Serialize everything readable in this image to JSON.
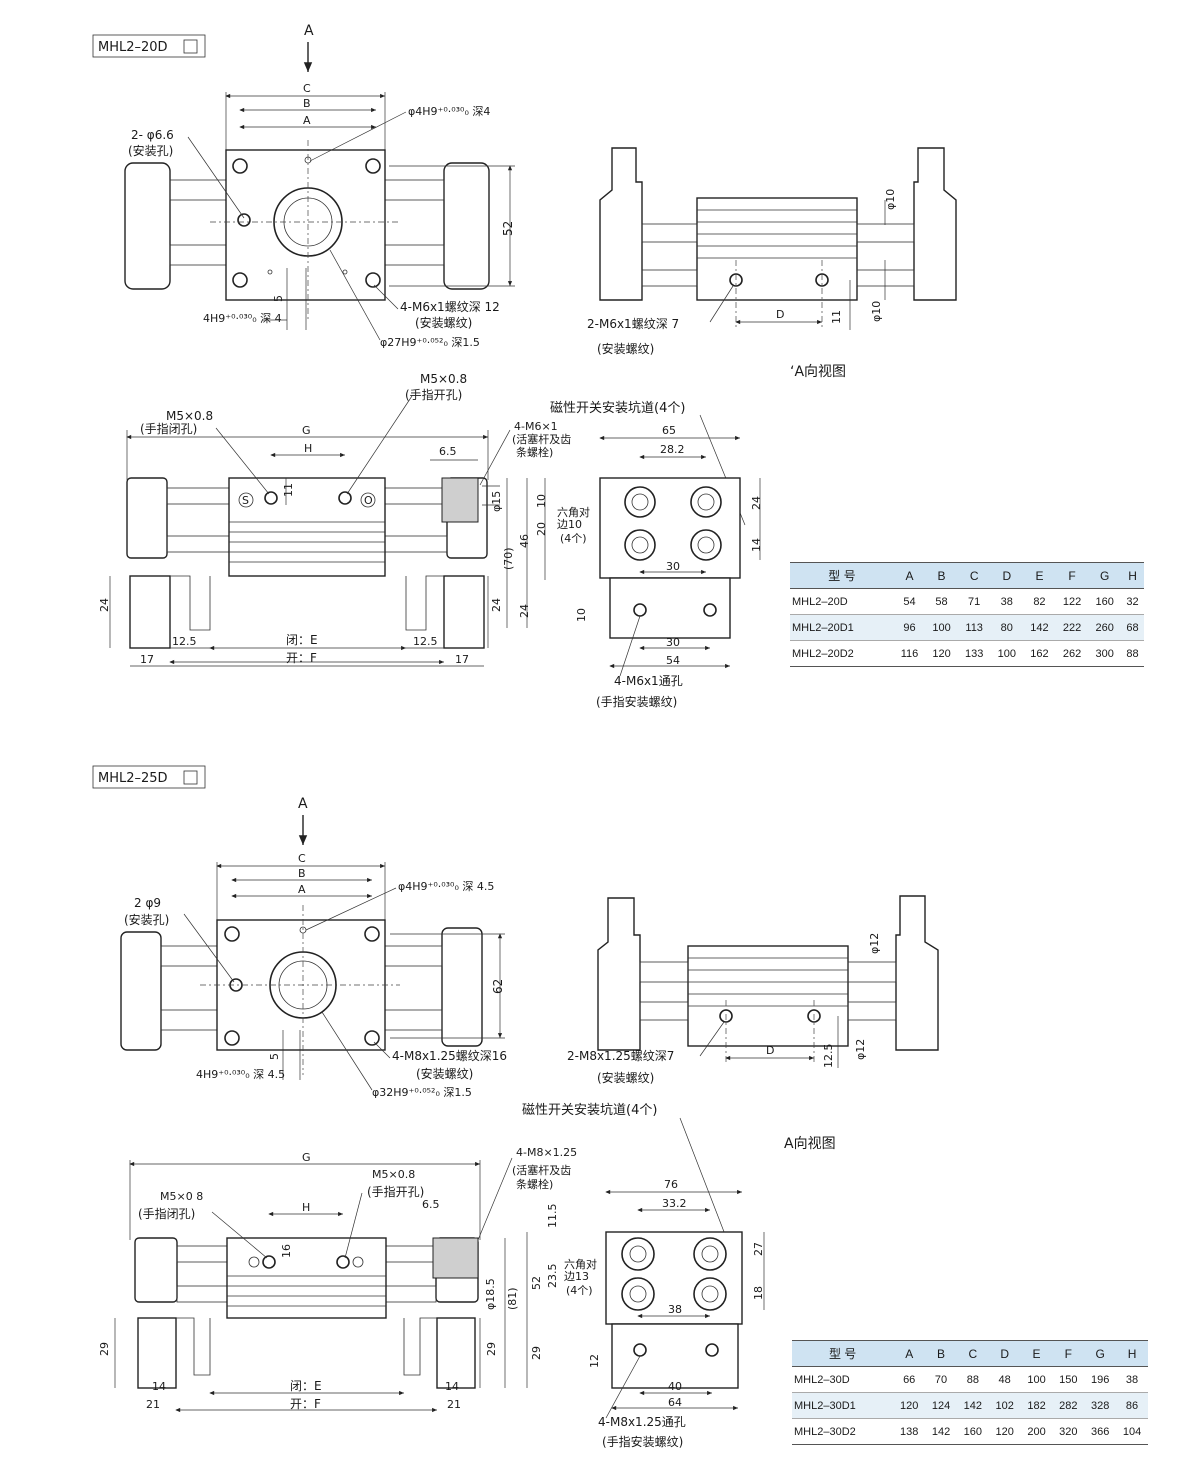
{
  "top": {
    "model_label": "MHL2–20D",
    "arrow_label": "A",
    "dim_C": "C",
    "dim_B": "B",
    "dim_A": "A",
    "note_hole": "2- φ6.6",
    "note_hole_sub": "(安装孔)",
    "note_pin": "φ4H9⁺⁰·⁰³⁰₀ 深4",
    "dim_52": "52",
    "dim_5": "5",
    "note_4h9": "4H9⁺⁰·⁰³⁰₀ 深 4",
    "note_m6": "4-M6x1螺纹深 12",
    "note_m6_sub": "(安装螺纹)",
    "note_27": "φ27H9⁺⁰·⁰⁵²₀ 深1.5",
    "side_phi10a": "φ10",
    "side_phi10b": "φ10",
    "side_note_m6": "2-M6x1螺纹深 7",
    "side_note_m6_sub": "(安装螺纹)",
    "side_D": "D",
    "side_11": "11",
    "view_label": "‘A向视图",
    "front_m5_open": "M5×0.8",
    "front_m5_open_sub": "(手指开孔)",
    "front_m5_close": "M5×0.8",
    "front_m5_close_sub": "(手指闭孔)",
    "front_G": "G",
    "front_H": "H",
    "front_11": "11",
    "front_65": "6.5",
    "front_m6": "4-M6×1",
    "front_m6_sub1": "(活塞杆及齿",
    "front_m6_sub2": "条螺栓)",
    "front_phi15": "φ15",
    "front_S": "S",
    "front_O": "O",
    "front_70": "(70)",
    "front_24a": "24",
    "front_24b": "24",
    "front_125a": "12.5",
    "front_125b": "12.5",
    "front_E": "闭：E",
    "front_F": "开：F",
    "front_17a": "17",
    "front_17b": "17",
    "end_switch": "磁性开关安装坑道(4个)",
    "end_65": "65",
    "end_282": "28.2",
    "end_10a": "10",
    "end_20": "20",
    "end_46": "46",
    "end_24a": "24",
    "end_24b": "24",
    "end_14": "14",
    "end_30a": "30",
    "end_30b": "30",
    "end_54": "54",
    "end_10b": "10",
    "end_hex1": "六角对",
    "end_hex2": "边10",
    "end_hex3": "(4个)",
    "end_m6": "4-M6x1通孔",
    "end_m6_sub": "(手指安装螺纹)",
    "table": {
      "headers": [
        "型  号",
        "A",
        "B",
        "C",
        "D",
        "E",
        "F",
        "G",
        "H"
      ],
      "rows": [
        [
          "MHL2–20D",
          "54",
          "58",
          "71",
          "38",
          "82",
          "122",
          "160",
          "32"
        ],
        [
          "MHL2–20D1",
          "96",
          "100",
          "113",
          "80",
          "142",
          "222",
          "260",
          "68"
        ],
        [
          "MHL2–20D2",
          "116",
          "120",
          "133",
          "100",
          "162",
          "262",
          "300",
          "88"
        ]
      ]
    }
  },
  "bottom": {
    "model_label": "MHL2–25D",
    "arrow_label": "A",
    "dim_C": "C",
    "dim_B": "B",
    "dim_A": "A",
    "note_hole": "2 φ9",
    "note_hole_sub": "(安装孔)",
    "note_pin": "φ4H9⁺⁰·⁰³⁰₀ 深 4.5",
    "dim_62": "62",
    "dim_5": "5",
    "note_4h9": "4H9⁺⁰·⁰³⁰₀ 深 4.5",
    "note_m8": "4-M8x1.25螺纹深16",
    "note_m8_sub": "(安装螺纹)",
    "note_32": "φ32H9⁺⁰·⁰⁵²₀ 深1.5",
    "side_phi12a": "φ12",
    "side_phi12b": "φ12",
    "side_note_m8": "2-M8x1.25螺纹深7",
    "side_note_m8_sub": "(安装螺纹)",
    "side_D": "D",
    "side_125": "12.5",
    "view_label": "A向视图",
    "front_G": "G",
    "front_m5_open": "M5×0.8",
    "front_m5_open_sub": "(手指开孔)",
    "front_m5_close": "M5×0 8",
    "front_m5_close_sub": "(手指闭孔)",
    "front_H": "H",
    "front_16": "16",
    "front_65": "6.5",
    "front_m8": "4-M8×1.25",
    "front_m8_sub1": "(活塞杆及齿",
    "front_m8_sub2": "条螺栓)",
    "front_phi185": "φ18.5",
    "front_81": "(81)",
    "front_29a": "29",
    "front_29b": "29",
    "front_14a": "14",
    "front_14b": "14",
    "front_21a": "21",
    "front_21b": "21",
    "front_E": "闭：E",
    "front_F": "开：F",
    "end_switch": "磁性开关安装坑道(4个)",
    "end_76": "76",
    "end_332": "33.2",
    "end_115": "11.5",
    "end_235": "23.5",
    "end_52": "52",
    "end_27": "27",
    "end_18": "18",
    "end_38": "38",
    "end_29": "29",
    "end_12": "12",
    "end_40": "40",
    "end_64": "64",
    "end_hex1": "六角对",
    "end_hex2": "边13",
    "end_hex3": "(4个)",
    "end_m8": "4-M8x1.25通孔",
    "end_m8_sub": "(手指安装螺纹)",
    "table": {
      "headers": [
        "型  号",
        "A",
        "B",
        "C",
        "D",
        "E",
        "F",
        "G",
        "H"
      ],
      "rows": [
        [
          "MHL2–30D",
          "66",
          "70",
          "88",
          "48",
          "100",
          "150",
          "196",
          "38"
        ],
        [
          "MHL2–30D1",
          "120",
          "124",
          "142",
          "102",
          "182",
          "282",
          "328",
          "86"
        ],
        [
          "MHL2–30D2",
          "138",
          "142",
          "160",
          "120",
          "200",
          "320",
          "366",
          "104"
        ]
      ]
    }
  }
}
